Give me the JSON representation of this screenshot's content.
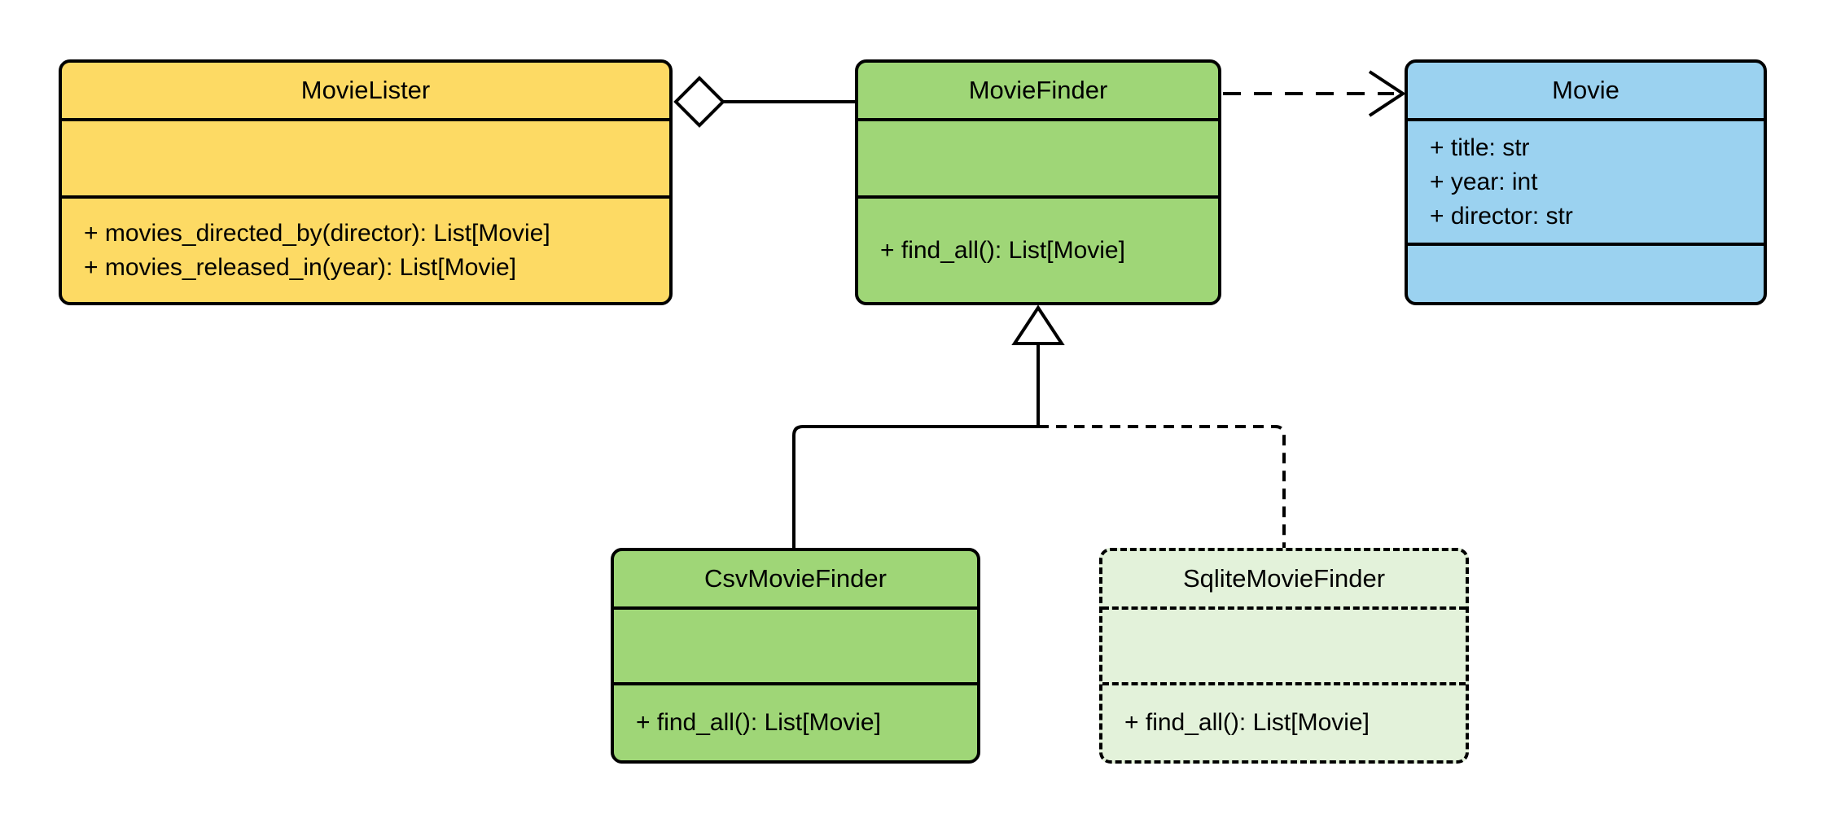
{
  "diagram": {
    "kind": "uml-class-diagram",
    "classes": [
      {
        "id": "movielister",
        "name": "MovieLister",
        "attributes": [],
        "methods": [
          "+ movies_directed_by(director): List[Movie]",
          "+ movies_released_in(year): List[Movie]"
        ],
        "fill": "#FDDA64",
        "border_style": "solid"
      },
      {
        "id": "moviefinder",
        "name": "MovieFinder",
        "attributes": [],
        "methods": [
          "+ find_all(): List[Movie]"
        ],
        "fill": "#9FD677",
        "border_style": "solid"
      },
      {
        "id": "movie",
        "name": "Movie",
        "attributes": [
          "+ title: str",
          "+ year: int",
          "+ director: str"
        ],
        "methods": [],
        "fill": "#9BD2F0",
        "border_style": "solid"
      },
      {
        "id": "csvmoviefinder",
        "name": "CsvMovieFinder",
        "attributes": [],
        "methods": [
          "+ find_all(): List[Movie]"
        ],
        "fill": "#9FD677",
        "border_style": "solid"
      },
      {
        "id": "sqlitemoviefinder",
        "name": "SqliteMovieFinder",
        "attributes": [],
        "methods": [
          "+ find_all(): List[Movie]"
        ],
        "fill": "#E3F2DA",
        "border_style": "dashed"
      }
    ],
    "relationships": [
      {
        "from": "MovieLister",
        "to": "MovieFinder",
        "type": "aggregation",
        "line": "solid",
        "marker": "hollow-diamond-at-source"
      },
      {
        "from": "MovieFinder",
        "to": "Movie",
        "type": "dependency",
        "line": "dashed",
        "marker": "open-arrow-at-target"
      },
      {
        "from": "CsvMovieFinder",
        "to": "MovieFinder",
        "type": "inheritance",
        "line": "solid",
        "marker": "hollow-triangle-at-target"
      },
      {
        "from": "SqliteMovieFinder",
        "to": "MovieFinder",
        "type": "inheritance",
        "line": "dashed",
        "marker": "hollow-triangle-at-target"
      }
    ],
    "colors": {
      "stroke": "#000000",
      "yellow_fill": "#FDDA64",
      "green_fill": "#9FD677",
      "blue_fill": "#9BD2F0",
      "pale_green_fill": "#E3F2DA",
      "background": "#FFFFFF"
    }
  }
}
